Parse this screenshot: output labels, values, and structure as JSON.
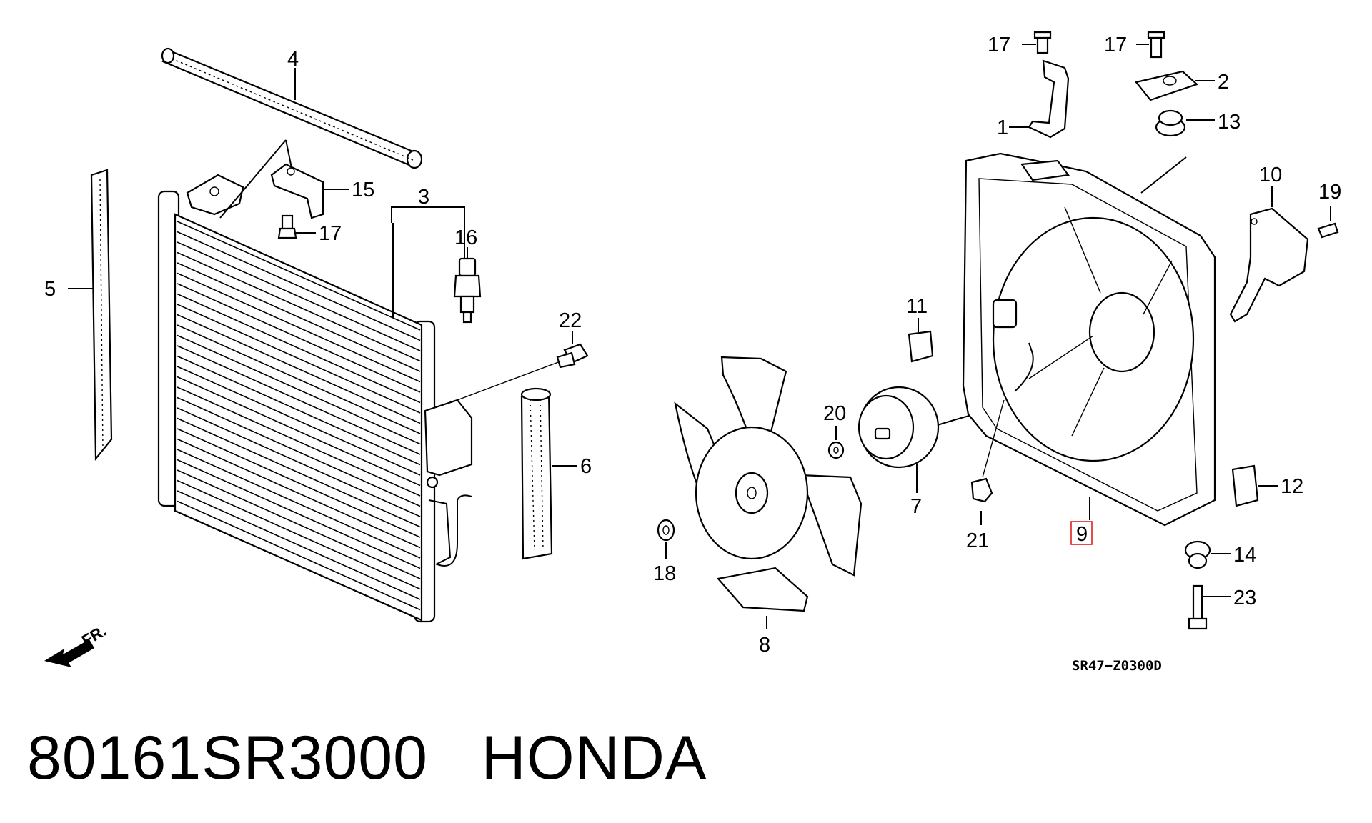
{
  "part_number": "80161SR3000",
  "brand": "HONDA",
  "diagram_code": "SR47−Z0300D",
  "direction_label": "FR.",
  "highlighted_label": "9",
  "labels": {
    "p1": "1",
    "p2": "2",
    "p3": "3",
    "p4": "4",
    "p5": "5",
    "p6": "6",
    "p7": "7",
    "p8": "8",
    "p9": "9",
    "p10": "10",
    "p11": "11",
    "p12": "12",
    "p13": "13",
    "p14": "14",
    "p15": "15",
    "p16": "16",
    "p17a": "17",
    "p17b": "17",
    "p17c": "17",
    "p18": "18",
    "p19": "19",
    "p20": "20",
    "p21": "21",
    "p22": "22",
    "p23": "23"
  }
}
